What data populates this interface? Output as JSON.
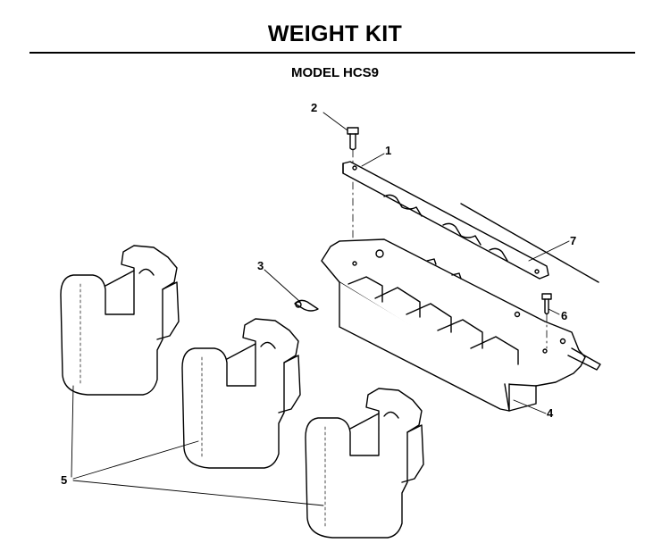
{
  "header": {
    "title": "WEIGHT KIT",
    "subtitle": "MODEL HCS9"
  },
  "callouts": {
    "c1": "1",
    "c2": "2",
    "c3": "3",
    "c4": "4",
    "c5": "5",
    "c6": "6",
    "c7": "7"
  },
  "colors": {
    "ink": "#000000",
    "paper": "#ffffff"
  }
}
